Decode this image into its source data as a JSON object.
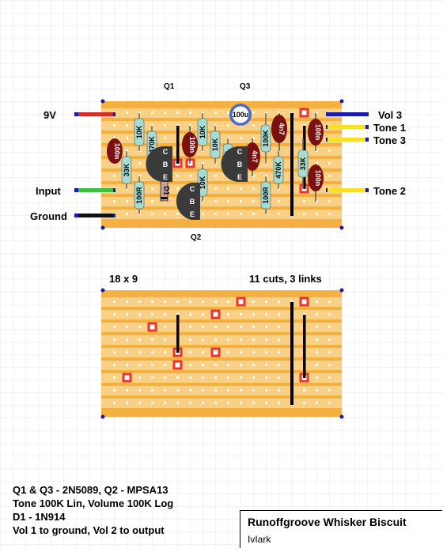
{
  "top_layout": {
    "labels": {
      "q1": "Q1",
      "q2": "Q2",
      "q3": "Q3",
      "v9": "9V",
      "input": "Input",
      "ground": "Ground",
      "vol3": "Vol 3",
      "tone1": "Tone 1",
      "tone3": "Tone 3",
      "tone2": "Tone 2"
    },
    "components": {
      "r_10k_a": "10K",
      "r_470k_a": "470K",
      "r_33k_a": "33K",
      "r_100r_a": "100R",
      "c_100n_a": "100n",
      "r_10k_b": "10K",
      "r_10k_c": "10K",
      "r_10k_d": "10K",
      "r_33k_b": "33K",
      "c_100n_b": "100n",
      "cap_100u": "100u",
      "c_4n7_a": "4n7",
      "c_4n7_b": "4n7",
      "r_100k": "100K",
      "r_470k_b": "470K",
      "r_100r_b": "100R",
      "r_33k_c": "33K",
      "c_100n_c": "100n",
      "c_100n_d": "100n",
      "diode": "D1",
      "q1_pins": [
        "C",
        "B",
        "E"
      ],
      "q2_pins": [
        "C",
        "B",
        "E"
      ],
      "q3_pins": [
        "C",
        "B",
        "E"
      ]
    }
  },
  "bottom_layout": {
    "grid": "18 x 9",
    "cuts": "11 cuts, 3 links"
  },
  "notes": [
    "Q1 & Q3 - 2N5089, Q2 - MPSA13",
    "Tone 100K Lin, Volume 100K Log",
    "D1 - 1N914",
    "Vol 1 to ground,  Vol 2 to output"
  ],
  "title": {
    "name": "Runoffgroove Whisker Biscuit",
    "author": "IvIark"
  },
  "colors": {
    "board": "#f5b042",
    "track": "#f9d186",
    "resistor": "#a8dcd0",
    "cap_film": "#7a1010",
    "electrolytic": "#4a66d0",
    "wire_9v": "#d0302a",
    "wire_input": "#3fbf3f",
    "wire_ground": "#111111",
    "wire_blue": "#1a1aa8",
    "wire_yellow": "#f6e12a",
    "cut": "#e8352e"
  }
}
